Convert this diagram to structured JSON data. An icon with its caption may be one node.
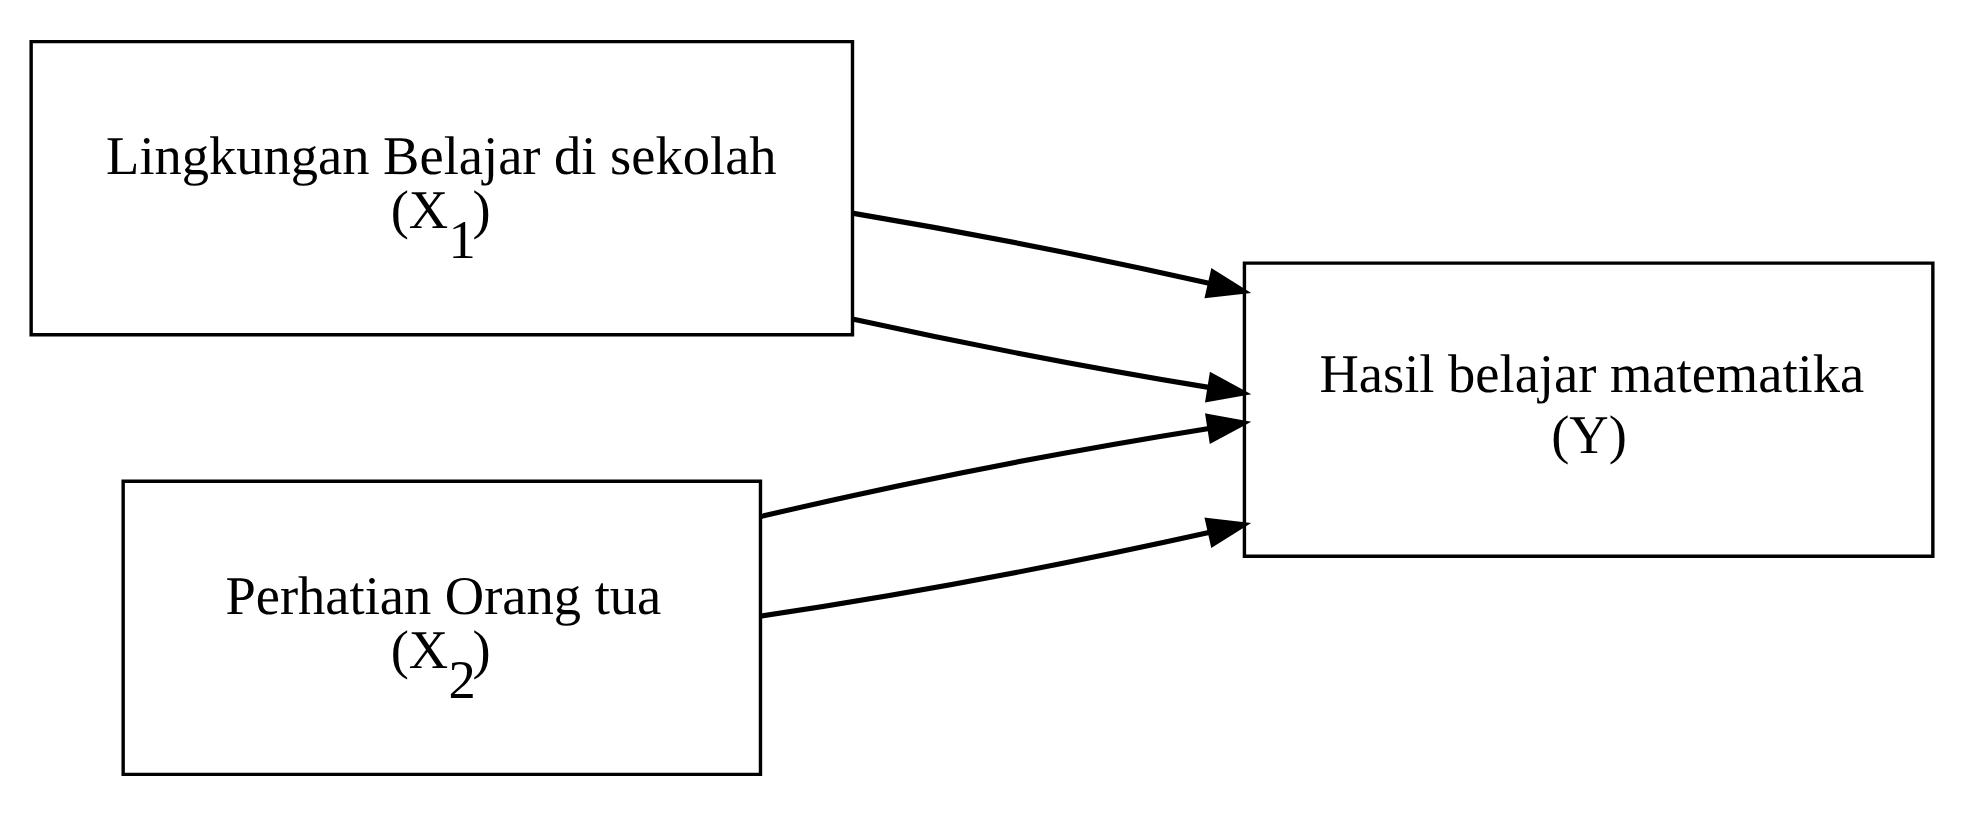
{
  "diagram": {
    "nodes": [
      {
        "text": [
          "Lingkungan Belajar di sekolah",
          "(X$_{1}$)"
        ]
      },
      {
        "text": [
          "Perhatian Orang tua",
          "(X$_{2}$)"
        ]
      },
      {
        "text": [
          "Hasil belajar matematika",
          "(Y)"
        ]
      }
    ],
    "edges": [
      {
        "from": 0,
        "to": 2,
        "arrow": "to"
      },
      {
        "from": 0,
        "to": 2,
        "arrow": "to"
      },
      {
        "from": 1,
        "to": 2,
        "arrow": "to"
      },
      {
        "from": 1,
        "to": 2,
        "arrow": "to"
      }
    ]
  }
}
